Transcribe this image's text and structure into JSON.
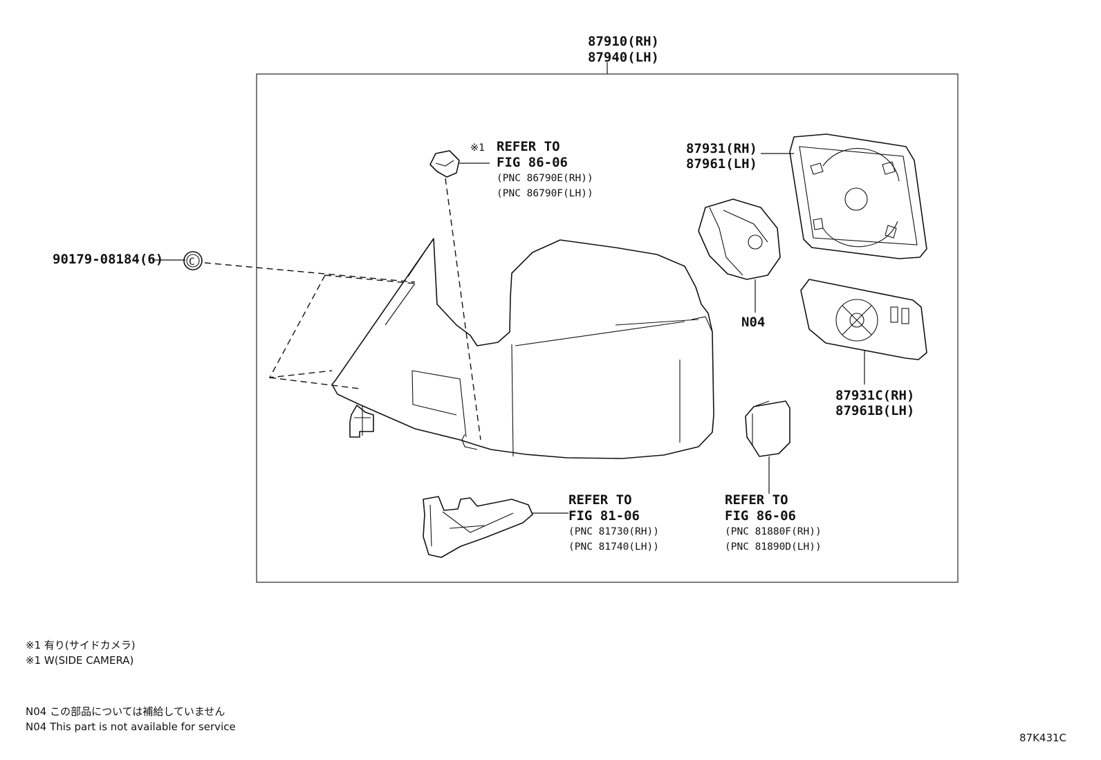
{
  "assembly": {
    "rh": "87910(RH)",
    "lh": "87940(LH)"
  },
  "clip": {
    "part_no": "90179-08184(6)",
    "symbol": "C"
  },
  "camera_ref": {
    "marker": "※1",
    "line1": "REFER TO",
    "line2": "FIG 86-06",
    "pnc_rh": "(PNC 86790E(RH))",
    "pnc_lh": "(PNC 86790F(LH))"
  },
  "mirror_holder": {
    "rh": "87931(RH)",
    "lh": "87961(LH)"
  },
  "actuator": {
    "code": "N04"
  },
  "mirror_glass": {
    "rh": "87931C(RH)",
    "lh": "87961B(LH)"
  },
  "turn_lamp_ref": {
    "line1": "REFER TO",
    "line2": "FIG 81-06",
    "pnc_rh": "(PNC 81730(RH))",
    "pnc_lh": "(PNC 81740(LH))"
  },
  "module_ref": {
    "line1": "REFER TO",
    "line2": "FIG 86-06",
    "pnc_rh": "(PNC 81880F(RH))",
    "pnc_lh": "(PNC 81890D(LH))"
  },
  "notes": {
    "w1_jp": "※1 有り(サイドカメラ)",
    "w1_en": "※1 W(SIDE CAMERA)",
    "n04_jp": "N04 この部品については補給していません",
    "n04_en": "N04 This part is not available for service"
  },
  "figure_code": "87K431C"
}
